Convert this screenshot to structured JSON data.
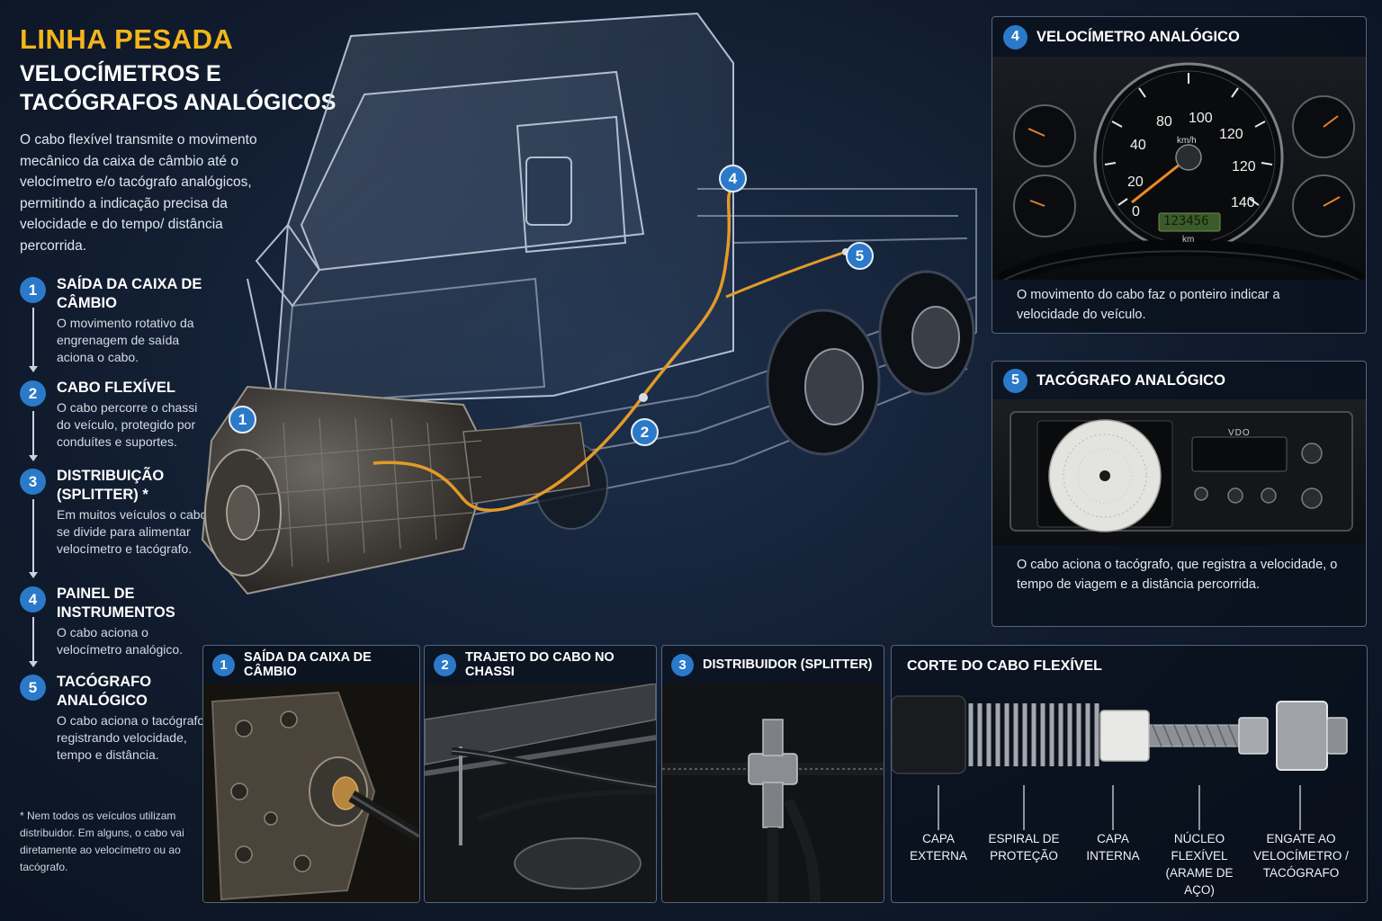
{
  "header": {
    "brand": "LINHA PESADA",
    "subtitle": "VELOCÍMETROS E TACÓGRAFOS ANALÓGICOS",
    "intro": "O cabo flexível transmite o movimento mecânico da caixa de câmbio até o velocímetro e/o tacógrafo analógicos, permitindo a indicação precisa da velocidade e do tempo/ distância percorrida."
  },
  "steps": [
    {
      "num": "1",
      "title": "SAÍDA DA CAIXA DE CÂMBIO",
      "desc": "O movimento rotativo da engrenagem de saída aciona o cabo."
    },
    {
      "num": "2",
      "title": "CABO FLEXÍVEL",
      "desc": "O cabo percorre o chassi do veículo, protegido por conduítes e suportes."
    },
    {
      "num": "3",
      "title": "DISTRIBUIÇÃO (SPLITTER) *",
      "desc": "Em muitos veículos o cabo se divide para alimentar velocímetro e tacógrafo."
    },
    {
      "num": "4",
      "title": "PAINEL DE INSTRUMENTOS",
      "desc": "O cabo aciona o velocímetro analógico."
    },
    {
      "num": "5",
      "title": "TACÓGRAFO ANALÓGICO",
      "desc": "O cabo aciona o tacógrafo, registrando velocidade, tempo e distância."
    }
  ],
  "footnote": "* Nem todos os veículos utilizam distribuidor. Em alguns, o cabo vai diretamente ao velocímetro ou ao tacógrafo.",
  "markers": [
    "1",
    "2",
    "4",
    "5"
  ],
  "speedometer_panel": {
    "num": "4",
    "title": "VELOCÍMETRO ANALÓGICO",
    "dial_labels": [
      "20",
      "40",
      "80",
      "100",
      "120",
      "120",
      "140",
      "0"
    ],
    "unit": "km/h",
    "odometer": "123456",
    "odometer_unit": "km",
    "caption": "O movimento do cabo faz o ponteiro indicar a velocidade do veículo."
  },
  "tachograph_panel": {
    "num": "5",
    "title": "TACÓGRAFO ANALÓGICO",
    "brand": "VDO",
    "caption": "O cabo aciona o tacógrafo, que registra a velocidade, o tempo de viagem e a distância percorrida."
  },
  "bottom_panels": [
    {
      "num": "1",
      "title": "SAÍDA DA CAIXA DE CÂMBIO"
    },
    {
      "num": "2",
      "title": "TRAJETO DO CABO NO CHASSI"
    },
    {
      "num": "3",
      "title": "DISTRIBUIDOR (SPLITTER)"
    }
  ],
  "cable_cut": {
    "title": "CORTE DO CABO FLEXÍVEL",
    "labels": [
      "CAPA EXTERNA",
      "ESPIRAL DE PROTEÇÃO",
      "CAPA INTERNA",
      "NÚCLEO FLEXÍVEL (ARAME DE AÇO)",
      "ENGATE AO VELOCÍMETRO / TACÓGRAFO"
    ]
  },
  "colors": {
    "accent": "#f2b51c",
    "marker": "#2b79c9",
    "cable": "#e39a2a",
    "background": "#101b2d"
  }
}
